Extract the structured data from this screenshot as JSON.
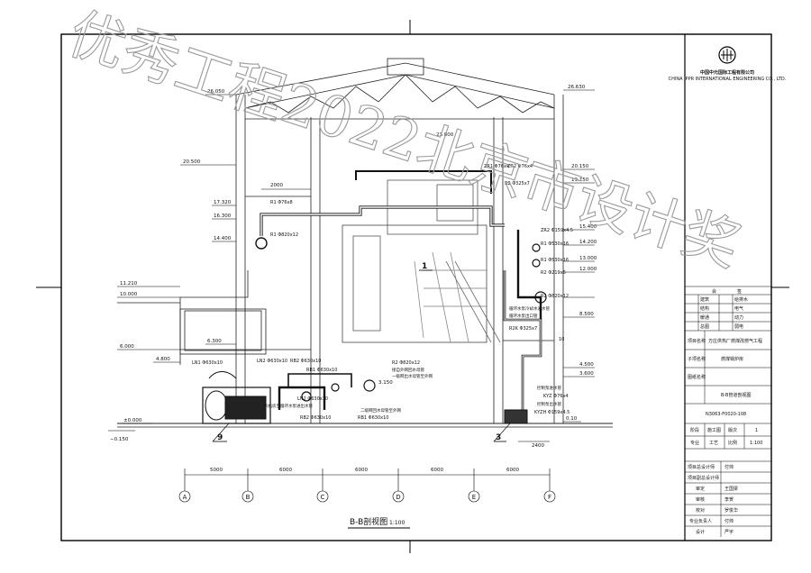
{
  "drawing": {
    "title": "B-B剖视图",
    "scale": "1:100",
    "levels": [
      "26.050",
      "26.630",
      "23.800",
      "20.500",
      "20.150",
      "19.150",
      "17.320",
      "16.300",
      "15.400",
      "14.400",
      "14.200",
      "13.000",
      "12.000",
      "11.210",
      "10.000",
      "8.500",
      "6.300",
      "6.000",
      "4.800",
      "4.500",
      "3.600",
      "3.150",
      "±0.000",
      "0.10",
      "−0.150"
    ],
    "pipes": [
      "R1 Φ76x8",
      "R1 Φ820x12",
      "ZR1 Φ76x4",
      "ZR2 Φ76x4",
      "R2 Φ325x7",
      "R1 Φ530x16",
      "ZR2 Φ159x4.5",
      "R1 Φ530x16",
      "R2 Φ219x6",
      "R2 Φ820x12",
      "R2K Φ325x7",
      "R2 Φ820x12",
      "LN1 Φ630x10",
      "LN2 Φ630x10",
      "RB2 Φ630x10",
      "RB1 Φ630x10",
      "LN2 Φ630x10",
      "RB2 Φ630x10",
      "RB1 Φ630x10",
      "KYZ Φ76x4",
      "KYZH Φ159x4.5"
    ],
    "notes": [
      "循环水泵冷却水进水管",
      "循环水泵出口管",
      "接自外网回水母管",
      "一级网出水母管至外网",
      "二级网回水母管至外网",
      "汽机房至循环水泵进出水管",
      "控制泵进水管",
      "控制泵出水管"
    ],
    "callouts": [
      "1",
      "9",
      "3",
      "10"
    ],
    "dims_horizontal": [
      "2000",
      "2400",
      "5000",
      "6000",
      "6000",
      "6000",
      "6000"
    ],
    "axes": [
      "A",
      "B",
      "C",
      "D",
      "E",
      "F"
    ]
  },
  "title_block": {
    "company_cn": "中国中元国际工程有限公司",
    "company_en": "CHINA IPPR INTERNATIONAL ENGINEERING CO., LTD.",
    "rows": [
      {
        "k": "会",
        "v": "签"
      },
      {
        "k": "建筑",
        "v": "给排水"
      },
      {
        "k": "结构",
        "v": "电气"
      },
      {
        "k": "暖通",
        "v": "动力"
      },
      {
        "k": "总图",
        "v": "弱电"
      }
    ],
    "project_label": "项目名称",
    "project_name": "方庄供热厂燃煤改燃气工程",
    "sub_label": "子项名称",
    "sub_name": "燃煤锅炉房",
    "drawing_label": "图纸名称",
    "drawing_name": "B-B管道剖视图",
    "drawing_no": "N3063-F0020-108",
    "stage_label": "阶段",
    "stage": "施工图",
    "ver_label": "版次",
    "ver": "1",
    "spec_label": "专业",
    "spec": "工艺",
    "ratio_label": "比例",
    "ratio": "1:100",
    "sign_rows": [
      {
        "k": "项目总设计师",
        "v": "付帅"
      },
      {
        "k": "项目副总设计师",
        "v": ""
      },
      {
        "k": "审定",
        "v": "王国梁"
      },
      {
        "k": "审核",
        "v": "李贺"
      },
      {
        "k": "校对",
        "v": "罗俊华"
      },
      {
        "k": "专业负责人",
        "v": "付帅"
      },
      {
        "k": "设计",
        "v": "严宇"
      }
    ]
  },
  "watermark": "优秀工程2022北京市设计奖"
}
